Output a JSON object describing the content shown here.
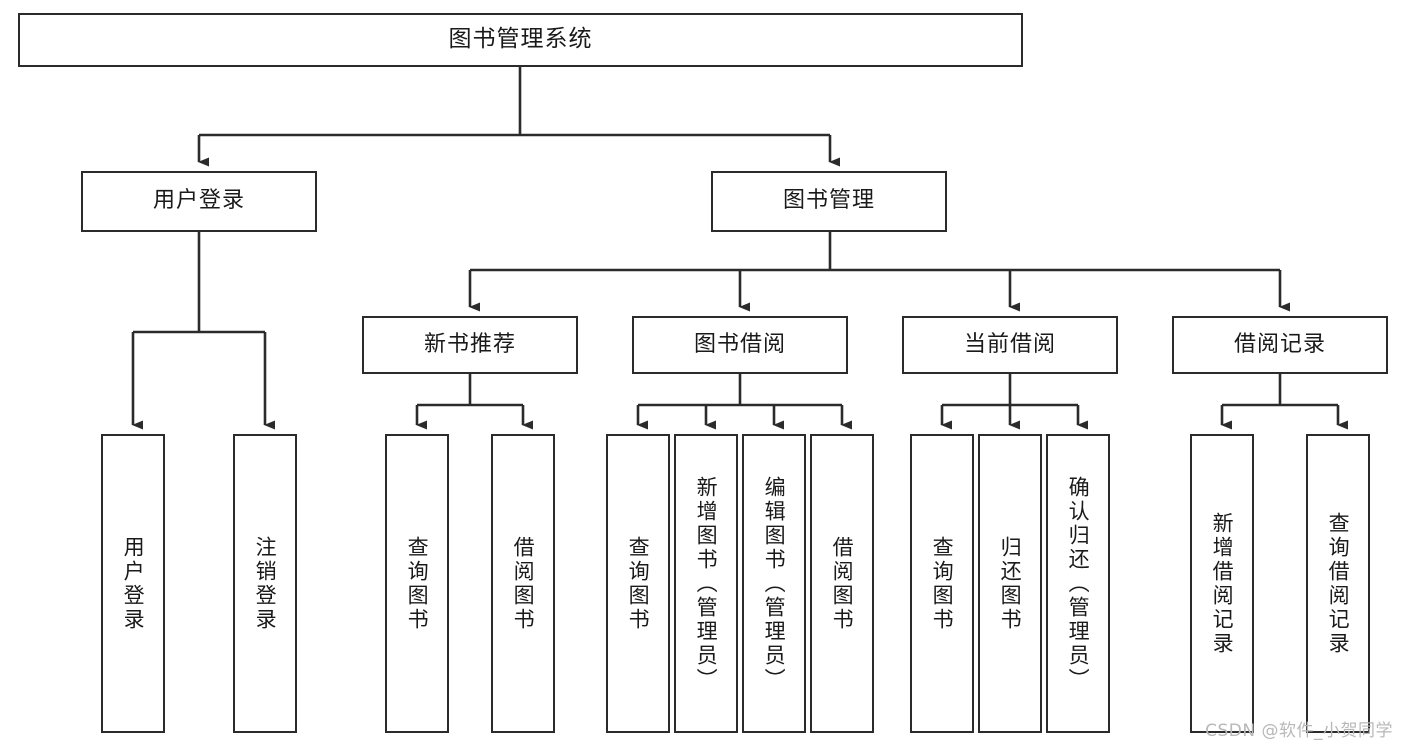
{
  "diagram": {
    "title": "图书管理系统",
    "type": "tree-hierarchy",
    "colors": {
      "box_border": "#2b2b2b",
      "box_fill": "#ffffff",
      "connector": "#2b2b2b",
      "text": "#1a1a1a",
      "watermark": "#b8b8b8",
      "background": "#ffffff"
    },
    "root": {
      "label": "图书管理系统"
    },
    "level2": [
      {
        "label": "用户登录"
      },
      {
        "label": "图书管理"
      }
    ],
    "level3": [
      {
        "label": "新书推荐"
      },
      {
        "label": "图书借阅"
      },
      {
        "label": "当前借阅"
      },
      {
        "label": "借阅记录"
      }
    ],
    "leaves": {
      "user_login": [
        {
          "label": "用户登录"
        },
        {
          "label": "注销登录"
        }
      ],
      "new_book_recommend": [
        {
          "label": "查询图书"
        },
        {
          "label": "借阅图书"
        }
      ],
      "book_borrow": [
        {
          "label": "查询图书"
        },
        {
          "label": "新增图书（管理员）"
        },
        {
          "label": "编辑图书（管理员）"
        },
        {
          "label": "借阅图书"
        }
      ],
      "current_borrow": [
        {
          "label": "查询图书"
        },
        {
          "label": "归还图书"
        },
        {
          "label": "确认归还（管理员）"
        }
      ],
      "borrow_record": [
        {
          "label": "新增借阅记录"
        },
        {
          "label": "查询借阅记录"
        }
      ]
    }
  },
  "watermark": {
    "text": "CSDN @软件_小贺同学"
  }
}
